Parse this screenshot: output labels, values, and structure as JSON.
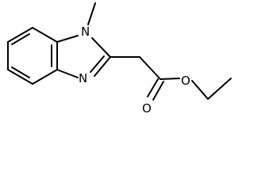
{
  "molecule": {
    "atoms": [
      {
        "id": "N1",
        "symbol": "N"
      },
      {
        "id": "N3",
        "symbol": "N"
      },
      {
        "id": "O_carbonyl",
        "symbol": "O"
      },
      {
        "id": "O_ester",
        "symbol": "O"
      }
    ]
  },
  "colors": {
    "bond": "#000000",
    "background": "#ffffff"
  }
}
